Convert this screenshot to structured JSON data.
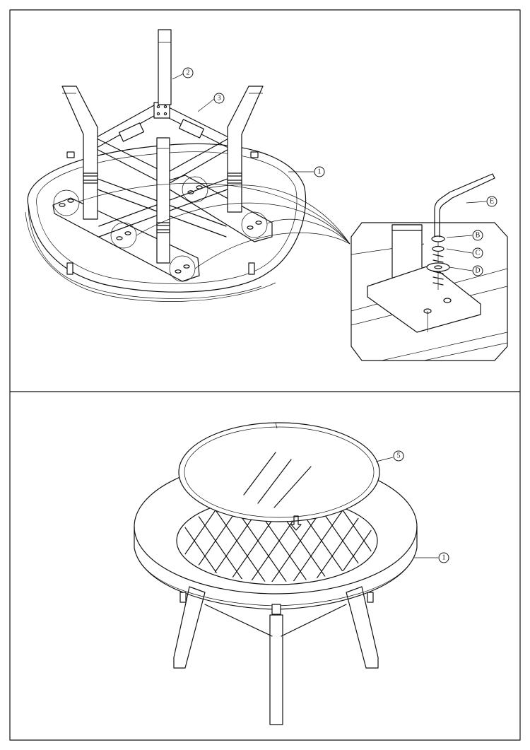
{
  "panels": [
    {
      "id": "step-1",
      "callouts": [
        {
          "label": "1",
          "part": "table-ring"
        },
        {
          "label": "2",
          "part": "leg"
        },
        {
          "label": "3",
          "part": "cross-frame"
        },
        {
          "label": "B",
          "part": "washer"
        },
        {
          "label": "C",
          "part": "spring-washer"
        },
        {
          "label": "D",
          "part": "flat-washer"
        },
        {
          "label": "E",
          "part": "allen-key"
        }
      ]
    },
    {
      "id": "step-2",
      "callouts": [
        {
          "label": "5",
          "part": "glass-cover"
        },
        {
          "label": "1",
          "part": "table-ring"
        }
      ]
    }
  ],
  "colors": {
    "line": "#111111",
    "background": "#ffffff"
  }
}
